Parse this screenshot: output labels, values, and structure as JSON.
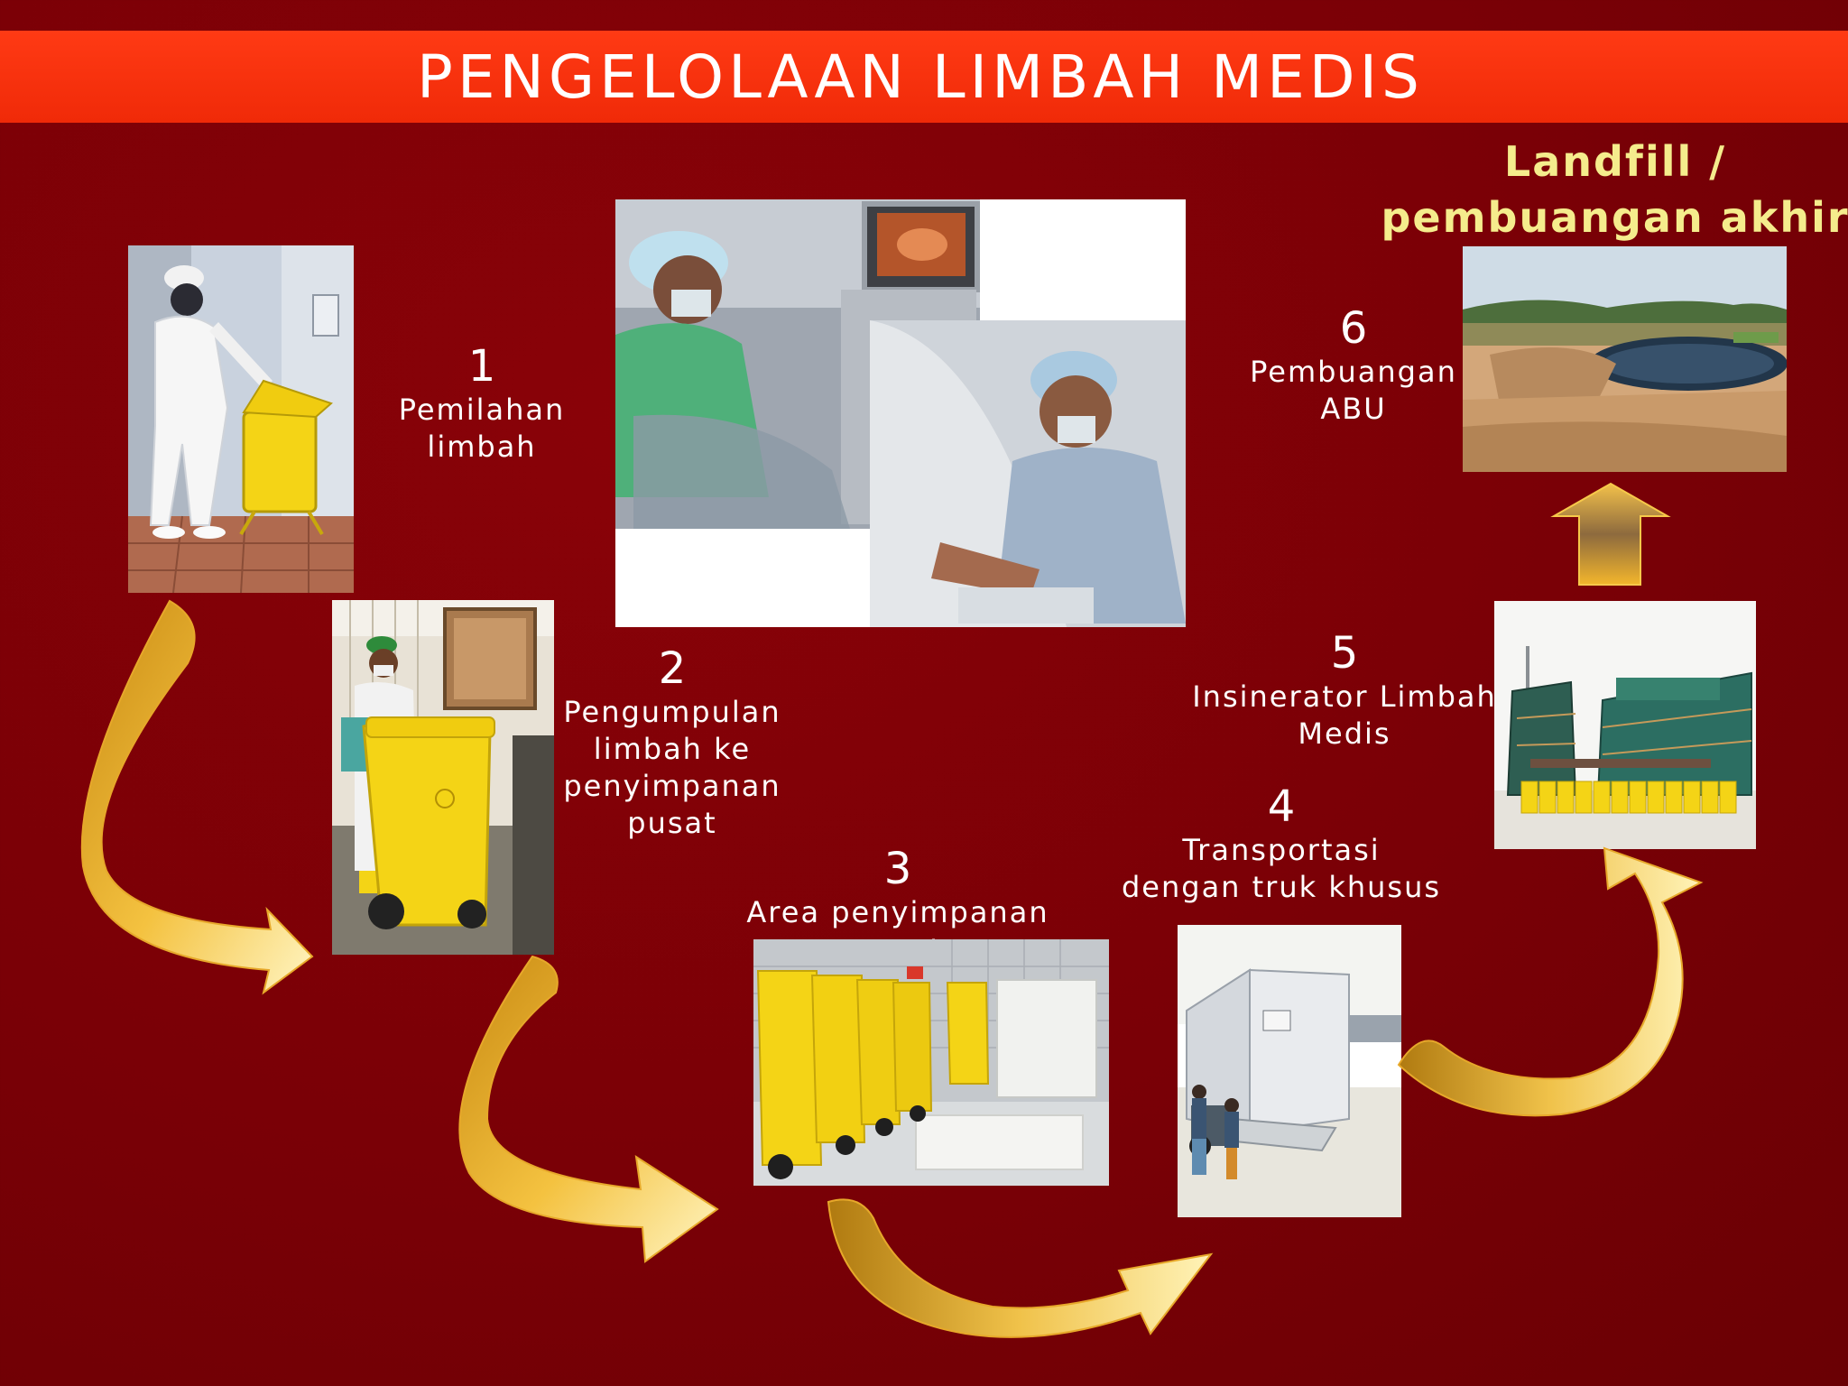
{
  "title": "PENGELOLAAN LIMBAH MEDIS",
  "landfill_title_line1": "Landfill /",
  "landfill_title_line2": "pembuangan akhir",
  "steps": [
    {
      "num": "1",
      "lines": [
        "Pemilahan",
        "limbah"
      ]
    },
    {
      "num": "2",
      "lines": [
        "Pengumpulan",
        "limbah ke",
        "penyimpanan",
        "pusat"
      ]
    },
    {
      "num": "3",
      "lines": [
        "Area penyimpanan",
        "pusat"
      ]
    },
    {
      "num": "4",
      "lines": [
        "Transportasi",
        "dengan truk khusus"
      ]
    },
    {
      "num": "5",
      "lines": [
        "Insinerator Limbah",
        "Medis"
      ]
    },
    {
      "num": "6",
      "lines": [
        "Pembuangan",
        "ABU"
      ]
    }
  ],
  "colors": {
    "background": "#7a0006",
    "title_bar": "#f02a08",
    "title_text": "#ffffff",
    "landfill_title": "#f5ec8c",
    "arrow_light": "#fff3b0",
    "arrow_dark": "#c98a12",
    "bin_yellow": "#f4d416"
  }
}
